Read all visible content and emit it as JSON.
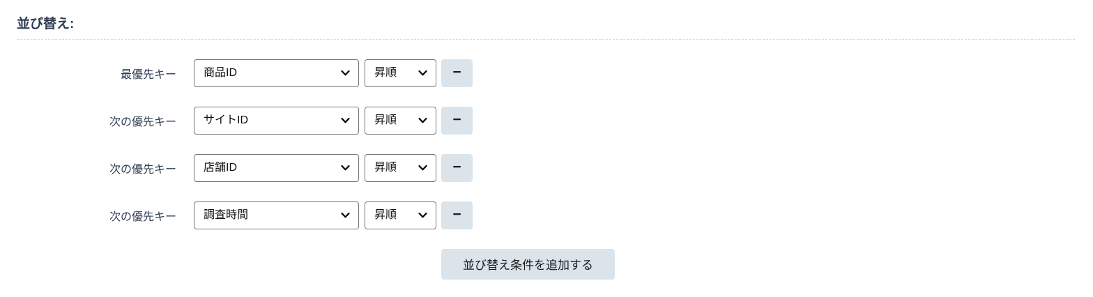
{
  "section": {
    "title": "並び替え:"
  },
  "rows": [
    {
      "label": "最優先キー",
      "field": "商品ID",
      "order": "昇順"
    },
    {
      "label": "次の優先キー",
      "field": "サイトID",
      "order": "昇順"
    },
    {
      "label": "次の優先キー",
      "field": "店舗ID",
      "order": "昇順"
    },
    {
      "label": "次の優先キー",
      "field": "調査時間",
      "order": "昇順"
    }
  ],
  "add_button": {
    "label": "並び替え条件を追加する"
  },
  "icons": {
    "minus": "−",
    "chevron_down": "⌄"
  },
  "colors": {
    "title_text": "#2e3d52",
    "label_text": "#2e3d52",
    "button_background": "#dae4ea",
    "select_border": "#757575",
    "divider": "#d9d9d9",
    "page_background": "#ffffff"
  }
}
